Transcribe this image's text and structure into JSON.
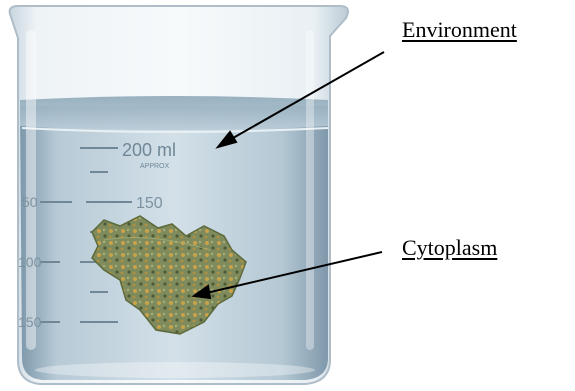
{
  "labels": {
    "environment": "Environment",
    "cytoplasm": "Cytoplasm"
  },
  "beaker": {
    "volume_mark": "200 ml",
    "brand_text": "APPROX",
    "mark_150": "150",
    "left_marks": [
      "50",
      "100",
      "150"
    ]
  },
  "colors": {
    "water": "#a9c0cf",
    "glass": "#dde7ee",
    "cell": "#7c8a5a",
    "text": "#000000"
  }
}
